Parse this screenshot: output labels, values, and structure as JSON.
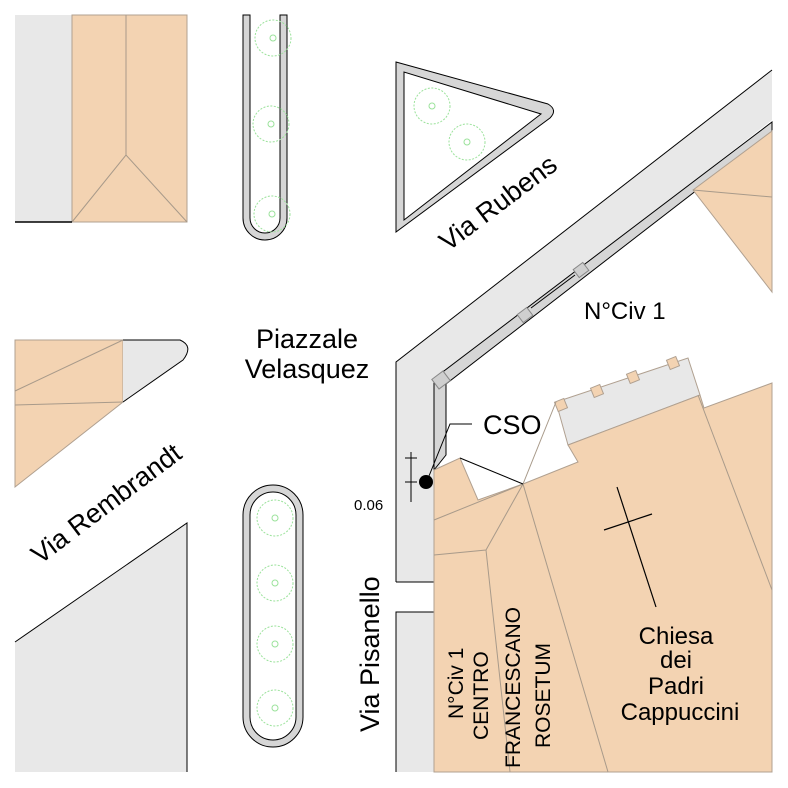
{
  "map": {
    "labels": {
      "via_rubens": "Via Rubens",
      "piazzale_line1": "Piazzale",
      "piazzale_line2": "Velasquez",
      "via_rembrandt": "Via Rembrandt",
      "via_pisanello": "Via Pisanello",
      "civ_north": "N°Civ 1",
      "cso": "CSO",
      "dimension": "0.06",
      "centro_line1": "N°Civ 1",
      "centro_line2": "CENTRO",
      "centro_line3": "FRANCESCANO",
      "centro_line4": "ROSETUM",
      "chiesa_line1": "Chiesa",
      "chiesa_line2": "dei",
      "chiesa_line3": "Padri",
      "chiesa_line4": "Cappuccini"
    },
    "colors": {
      "building": "#f3d3b2",
      "sidewalk": "#e8e8e8",
      "curb": "#d6d6d6",
      "tree": "#9be29b",
      "background": "#ffffff"
    },
    "symbols": {
      "cso_marker": "filled-circle",
      "church_symbol": "cross-icon",
      "tree_symbol": "tree-icon"
    }
  }
}
